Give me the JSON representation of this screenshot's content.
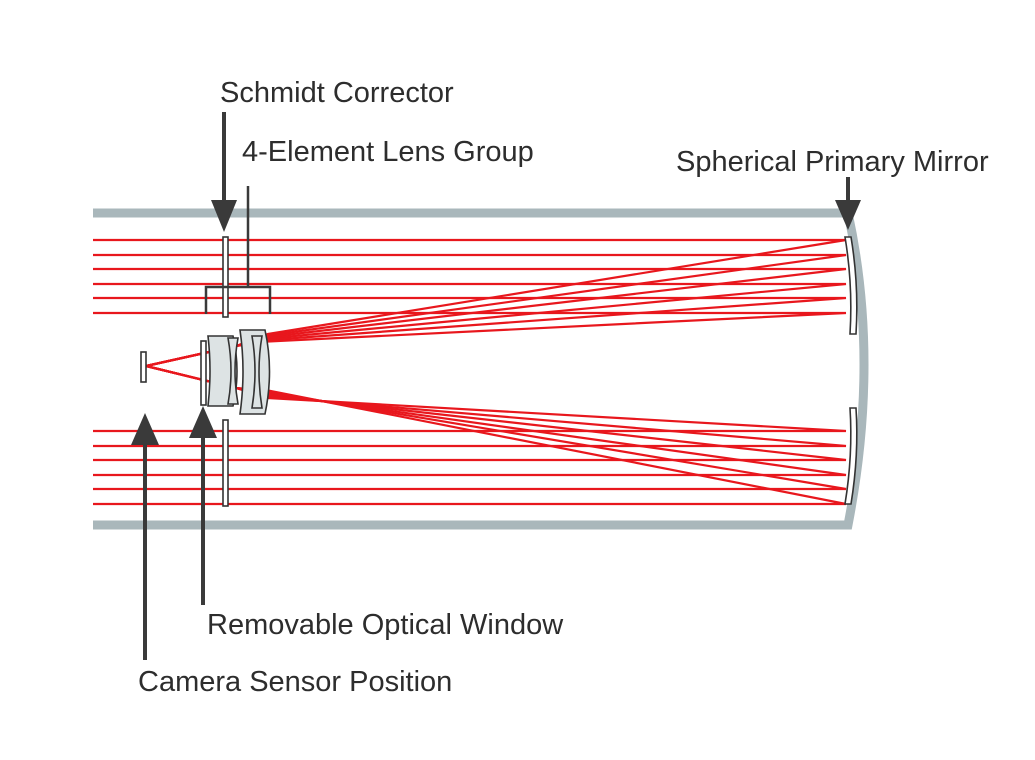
{
  "labels": {
    "schmidt_corrector": "Schmidt Corrector",
    "lens_group": "4-Element Lens Group",
    "primary_mirror": "Spherical Primary Mirror",
    "optical_window": "Removable Optical Window",
    "sensor_position": "Camera Sensor Position"
  },
  "colors": {
    "ray": "#e8171d",
    "tube": "#a9b7bb",
    "arrow": "#3a3a3a",
    "glass": "#dde3e4"
  }
}
